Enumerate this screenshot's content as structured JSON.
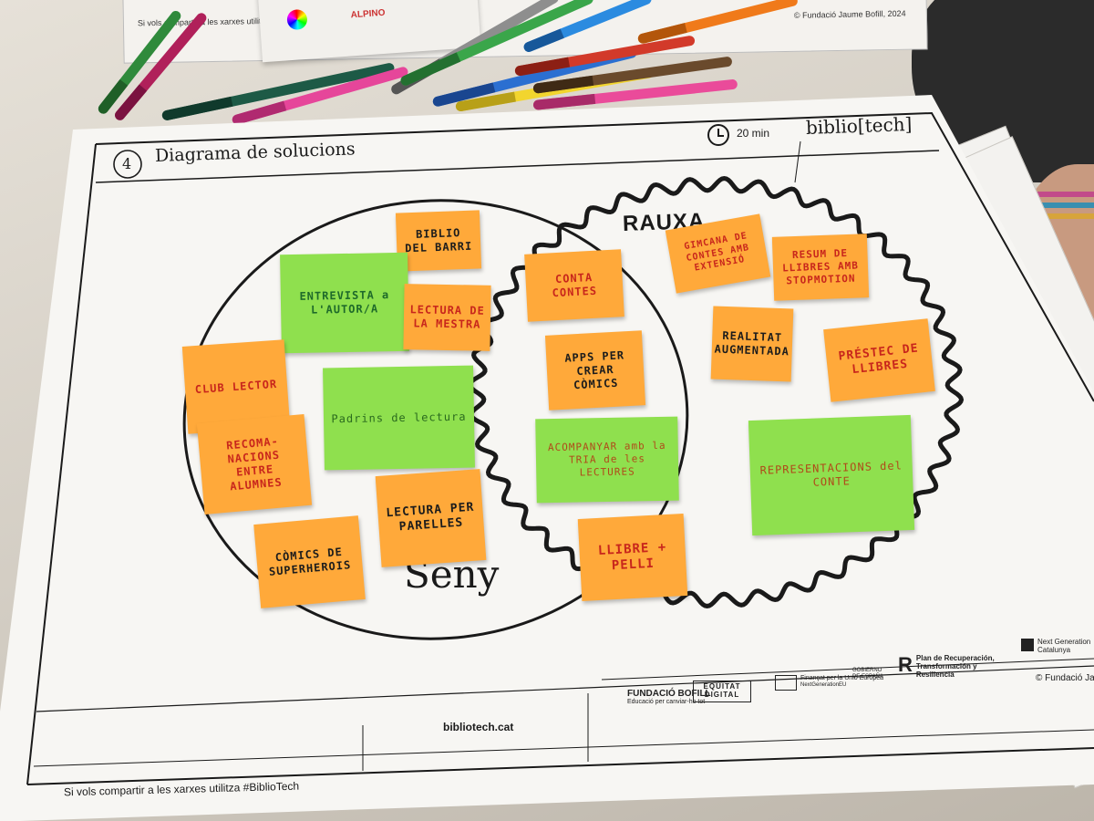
{
  "image": {
    "description_type": "photo of a printed workshop worksheet with sticky notes and felt-tip markers",
    "palette": {
      "sticky_orange": "#ffa93a",
      "sticky_green": "#8fe04e",
      "ink_dark": "#1a1a1a",
      "ink_red": "#c8261c",
      "paper": "#f7f6f3"
    }
  },
  "top_sheet": {
    "share_text": "Si vols compartir a les xarxes utilitza #BiblioTech",
    "copyright": "© Fundació Jaume Bofill, 2024"
  },
  "marker_box": {
    "brand": "ALPINO"
  },
  "worksheet": {
    "step_number": "4",
    "title": "Diagrama de solucions",
    "timer_icon": "clock-icon",
    "duration": "20 min",
    "brand": "biblio[tech]",
    "label_left": "Seny",
    "label_right": "RAUXA",
    "website": "bibliotech.cat",
    "share_text": "Si vols compartir a les xarxes utilitza #BiblioTech",
    "copyright": "© Fundació Jaum",
    "logos": {
      "fundacio_bofill": "FUNDACIÓ BOFILL",
      "fundacio_bofill_tagline": "Educació per canviar-ho tot",
      "equitat_digital": "EQUITAT DIGITAL",
      "eu_funding": "Finançat per la Unió Europea",
      "eu_sub": "NextGenerationEU",
      "gobierno": "GOBIERNO DE ESPAÑA",
      "plan": "Plan de Recuperación, Transformación y Resiliencia",
      "next_gen": "Next Generation Catalunya"
    }
  },
  "sticky_notes": {
    "seny": [
      {
        "text": "BIBLIO DEL BARRI",
        "color": "orange"
      },
      {
        "text": "ENTREVISTA a L'AUTOR/A",
        "color": "green"
      },
      {
        "text": "LECTURA DE LA MESTRA",
        "color": "orange"
      },
      {
        "text": "CLUB LECTOR",
        "color": "orange-red"
      },
      {
        "text": "Padrins de lectura",
        "color": "green"
      },
      {
        "text": "RECOMA-NACIONS ENTRE ALUMNES",
        "color": "orange-red"
      },
      {
        "text": "LECTURA PER PARELLES",
        "color": "orange"
      },
      {
        "text": "CÒMICS DE SUPERHEROIS",
        "color": "orange"
      }
    ],
    "rauxa": [
      {
        "text": "CONTA CONTES",
        "color": "orange-red"
      },
      {
        "text": "APPS PER CREAR CÒMICS",
        "color": "orange"
      },
      {
        "text": "ACOMPANYAR amb la TRIA de les LECTURES",
        "color": "green"
      },
      {
        "text": "LLIBRE + PELLI",
        "color": "orange-red"
      },
      {
        "text": "GIMCANA DE CONTES AMB EXTENSIÓ",
        "color": "orange-red"
      },
      {
        "text": "RESUM DE LLIBRES AMB STOPMOTION",
        "color": "orange-red"
      },
      {
        "text": "REALITAT AUGMENTADA",
        "color": "orange"
      },
      {
        "text": "PRÉSTEC DE LLIBRES",
        "color": "orange-red"
      },
      {
        "text": "REPRESENTACIONS del CONTE",
        "color": "green"
      }
    ]
  }
}
